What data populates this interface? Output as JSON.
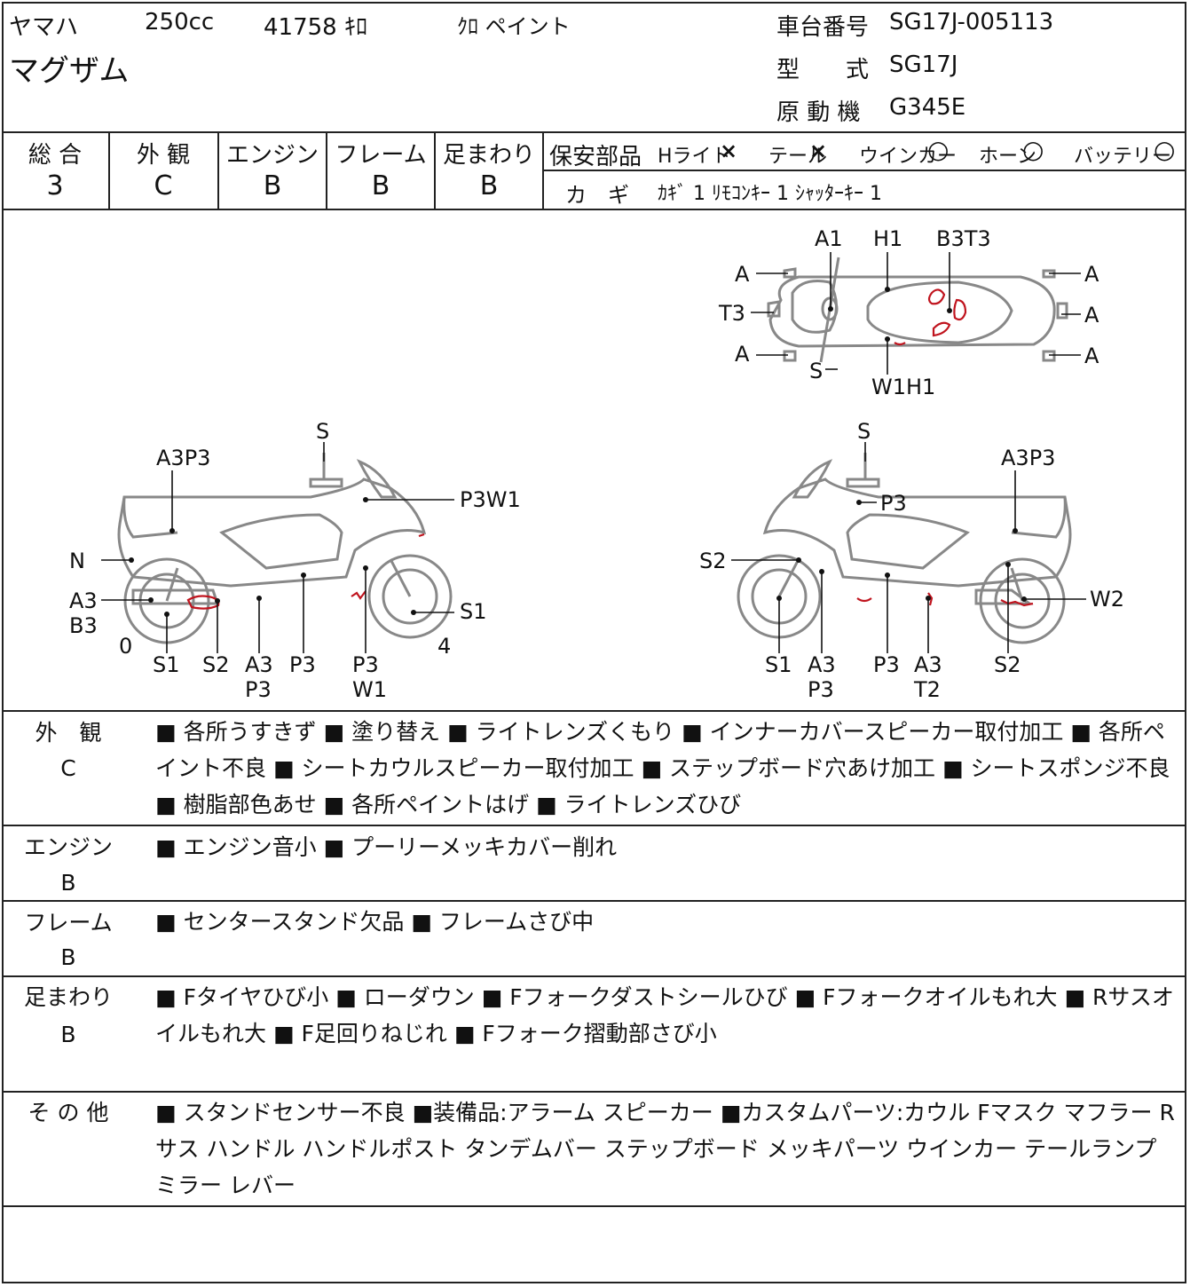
{
  "header": {
    "maker": "ヤマハ",
    "displacement": "250cc",
    "mileage": "41758 ｷﾛ",
    "color": "ｸﾛ ペイント",
    "model_name": "マグザム",
    "chassis_label": "車台番号",
    "chassis_number": "SG17J-005113",
    "type_label": "型　　式",
    "type_value": "SG17J",
    "engine_label": "原 動 機",
    "engine_value": "G345E"
  },
  "grades": [
    {
      "label": "総 合",
      "value": "3"
    },
    {
      "label": "外 観",
      "value": "C"
    },
    {
      "label": "エンジン",
      "value": "B"
    },
    {
      "label": "フレーム",
      "value": "B"
    },
    {
      "label": "足まわり",
      "value": "B"
    }
  ],
  "safety": {
    "label": "保安部品",
    "items": [
      {
        "name": "Hライト",
        "mark": "×"
      },
      {
        "name": "テール",
        "mark": "×"
      },
      {
        "name": "ウインカー",
        "mark": "○"
      },
      {
        "name": "ホーン",
        "mark": "○"
      },
      {
        "name": "バッテリー",
        "mark": "○"
      }
    ]
  },
  "keys": {
    "label": "カ　ギ",
    "value": "ｶｷﾞ 1  ﾘﾓｺﾝｷｰ 1  ｼｬｯﾀｰｷｰ 1"
  },
  "diagram": {
    "top": {
      "a1": "A1",
      "h1": "H1",
      "b3t3": "B3T3",
      "a": "A",
      "t3": "T3",
      "s": "S",
      "w1h1": "W1H1"
    },
    "left": {
      "s": "S",
      "a3p3": "A3P3",
      "p3w1": "P3W1",
      "n": "N",
      "a3": "A3",
      "b3": "B3",
      "zero": "0",
      "four": "4",
      "s1r": "S1",
      "s1": "S1",
      "s2": "S2",
      "a3b": "A3",
      "p3b": "P3",
      "p3": "P3",
      "p3c": "P3",
      "w1": "W1"
    },
    "right": {
      "s": "S",
      "a3p3": "A3P3",
      "p3": "P3",
      "s2": "S2",
      "w2": "W2",
      "s1": "S1",
      "a3": "A3",
      "p3b": "P3",
      "p3c": "P3",
      "a3b": "A3",
      "t2": "T2",
      "s2b": "S2"
    }
  },
  "details": [
    {
      "category": "外　観",
      "grade": "C",
      "text": "■ 各所うすきず ■ 塗り替え ■ ライトレンズくもり ■ インナーカバースピーカー取付加工 ■ 各所ペイント不良 ■ シートカウルスピーカー取付加工 ■ ステップボード穴あけ加工 ■ シートスポンジ不良 ■ 樹脂部色あせ ■ 各所ペイントはげ ■ ライトレンズひび"
    },
    {
      "category": "エンジン",
      "grade": "B",
      "text": "■ エンジン音小 ■ プーリーメッキカバー削れ"
    },
    {
      "category": "フレーム",
      "grade": "B",
      "text": "■ センタースタンド欠品 ■ フレームさび中"
    },
    {
      "category": "足まわり",
      "grade": "B",
      "text": "■ Fタイヤひび小 ■ ローダウン ■ Fフォークダストシールひび ■ Fフォークオイルもれ大 ■ Rサスオイルもれ大 ■ F足回りねじれ ■ Fフォーク摺動部さび小"
    },
    {
      "category": "そ の 他",
      "grade": "",
      "text": "■ スタンドセンサー不良 ■装備品:アラーム スピーカー ■カスタムパーツ:カウル Fマスク マフラー Rサス ハンドル ハンドルポスト タンデムバー ステップボード メッキパーツ ウインカー テールランプ ミラー レバー"
    }
  ]
}
